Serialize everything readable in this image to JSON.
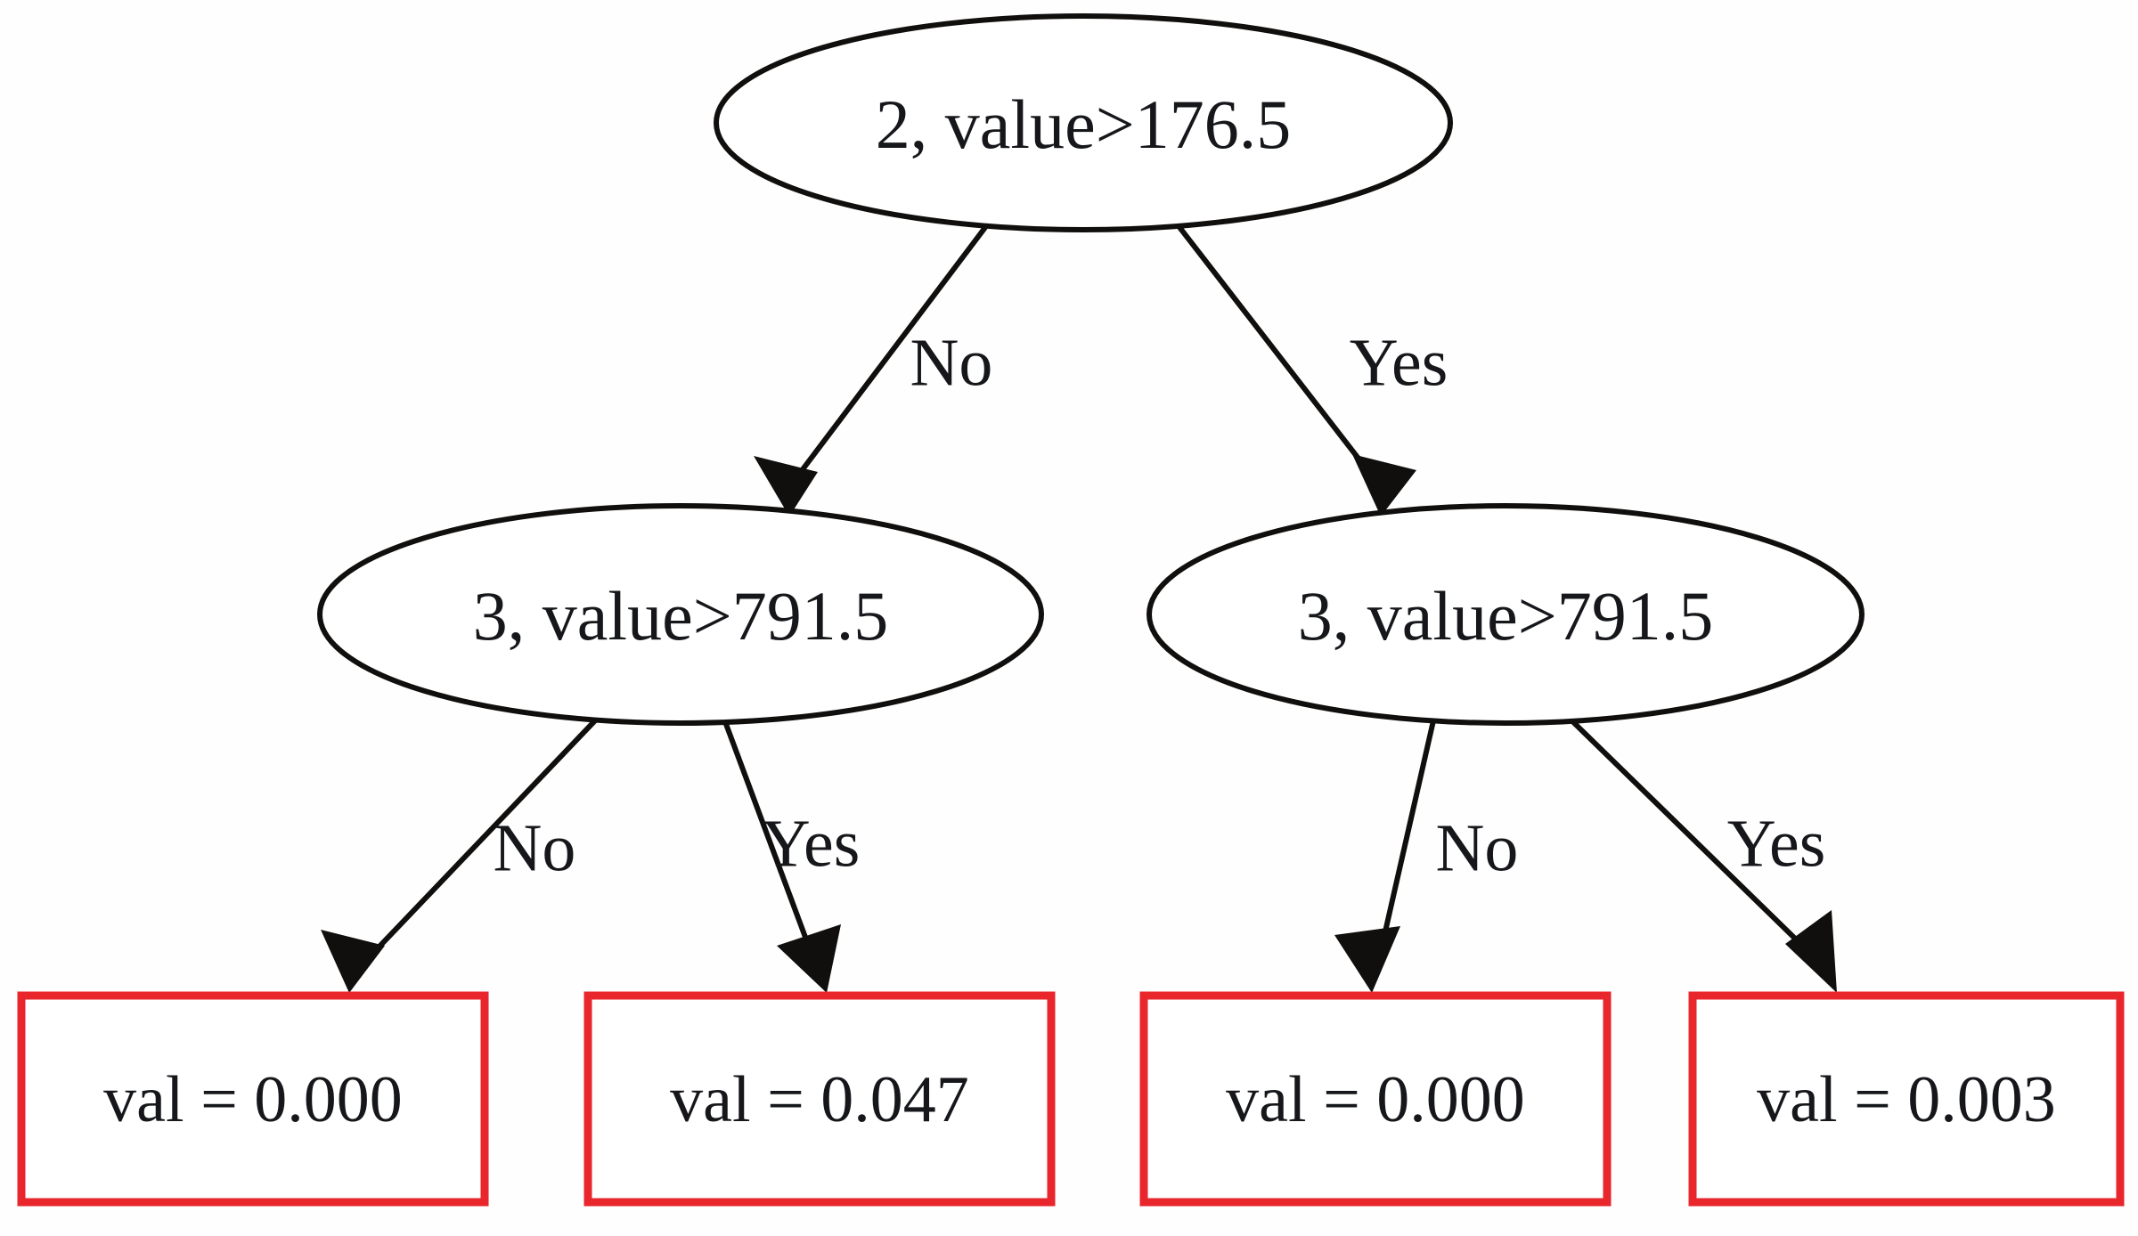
{
  "diagram": {
    "type": "decision-tree",
    "title": "",
    "background_color": "#fefefe",
    "node_stroke_color": "#100f0d",
    "leaf_border_color": "#e8262c",
    "text_color": "#16171b"
  },
  "chart_data": {
    "type": "tree",
    "title": "",
    "nodes": [
      {
        "id": "root",
        "shape": "ellipse",
        "label": "2, value>176.5"
      },
      {
        "id": "n-left",
        "shape": "ellipse",
        "label": "3, value>791.5"
      },
      {
        "id": "n-right",
        "shape": "ellipse",
        "label": "3, value>791.5"
      },
      {
        "id": "leaf-1",
        "shape": "rectangle",
        "label": "val = 0.000"
      },
      {
        "id": "leaf-2",
        "shape": "rectangle",
        "label": "val = 0.047"
      },
      {
        "id": "leaf-3",
        "shape": "rectangle",
        "label": "val = 0.000"
      },
      {
        "id": "leaf-4",
        "shape": "rectangle",
        "label": "val = 0.003"
      }
    ],
    "edges": [
      {
        "from": "root",
        "to": "n-left",
        "label": "No"
      },
      {
        "from": "root",
        "to": "n-right",
        "label": "Yes"
      },
      {
        "from": "n-left",
        "to": "leaf-1",
        "label": "No"
      },
      {
        "from": "n-left",
        "to": "leaf-2",
        "label": "Yes"
      },
      {
        "from": "n-right",
        "to": "leaf-3",
        "label": "No"
      },
      {
        "from": "n-right",
        "to": "leaf-4",
        "label": "Yes"
      }
    ]
  },
  "nodes": {
    "root": {
      "label": "2, value>176.5"
    },
    "left_branch": {
      "label": "3, value>791.5"
    },
    "right_branch": {
      "label": "3, value>791.5"
    },
    "leaf_1": {
      "label": "val = 0.000"
    },
    "leaf_2": {
      "label": "val = 0.047"
    },
    "leaf_3": {
      "label": "val = 0.000"
    },
    "leaf_4": {
      "label": "val = 0.003"
    }
  },
  "edge_labels": {
    "root_no": "No",
    "root_yes": "Yes",
    "left_no": "No",
    "left_yes": "Yes",
    "right_no": "No",
    "right_yes": "Yes"
  }
}
